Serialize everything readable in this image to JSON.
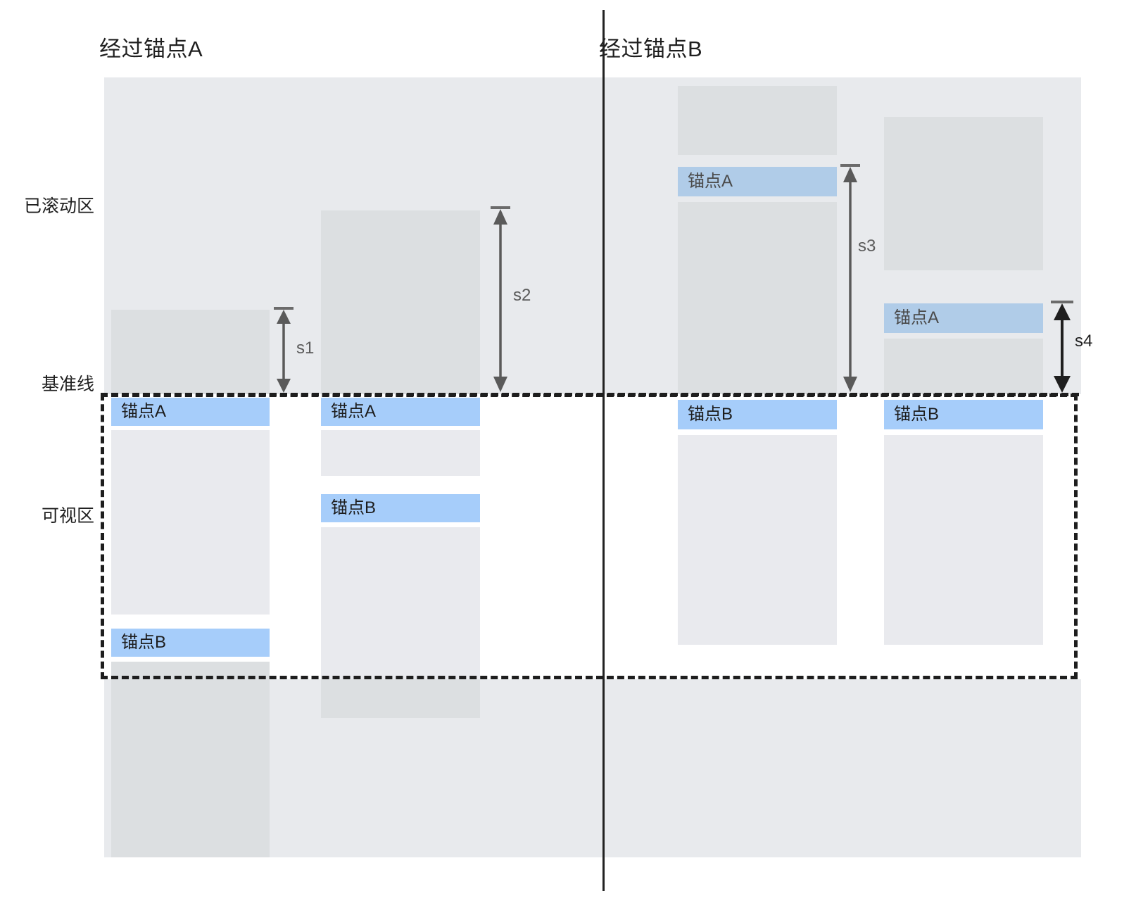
{
  "panels": [
    {
      "id": "left",
      "title": "经过锚点A"
    },
    {
      "id": "right",
      "title": "经过锚点B"
    }
  ],
  "side_labels": {
    "scrolled": "已滚动区",
    "baseline": "基准线",
    "viewport": "可视区"
  },
  "anchor_labels": {
    "a": "锚点A",
    "b": "锚点B"
  },
  "measures": [
    {
      "id": "s1",
      "label": "s1",
      "color": "#5a5a5a"
    },
    {
      "id": "s2",
      "label": "s2",
      "color": "#5a5a5a"
    },
    {
      "id": "s3",
      "label": "s3",
      "color": "#5a5a5a"
    },
    {
      "id": "s4",
      "label": "s4",
      "color": "#1f1f1f"
    }
  ],
  "colors": {
    "scrolled_tint": "#e8eaed",
    "block_gray_dark": "#dcdfe1",
    "block_gray_light": "#e9eaee",
    "anchor_active": "#a6cdfa",
    "anchor_scrolled": "#b0cce8",
    "baseline_stroke": "#1e1e1e",
    "divider": "#222222"
  },
  "columns": {
    "col1": {
      "panel": "left",
      "blocks": [
        "gray",
        "anchorA",
        "gray",
        "anchorB",
        "gray"
      ]
    },
    "col2": {
      "panel": "left",
      "blocks": [
        "gray",
        "anchorA",
        "gray",
        "anchorB",
        "gray"
      ]
    },
    "col3": {
      "panel": "right",
      "blocks": [
        "gray",
        "anchorA",
        "gray",
        "anchorB",
        "gray"
      ]
    },
    "col4": {
      "panel": "right",
      "blocks": [
        "gray",
        "anchorA",
        "gray",
        "anchorB",
        "gray"
      ]
    }
  }
}
